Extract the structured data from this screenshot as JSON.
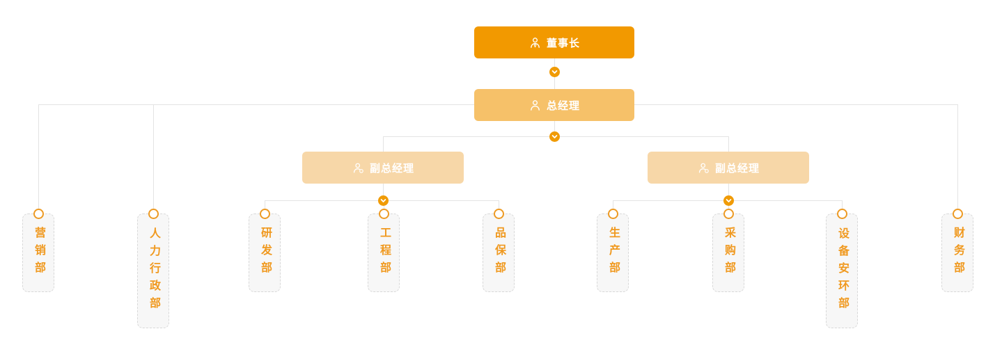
{
  "org_chart": {
    "title": "company-organization-chart",
    "nodes": {
      "chairman": {
        "label": "董事长",
        "icon": "businessman-tie-icon"
      },
      "general_manager": {
        "label": "总经理",
        "icon": "person-icon"
      },
      "deputy_general_managers": [
        {
          "label": "副总经理",
          "icon": "person-badge-icon"
        },
        {
          "label": "副总经理",
          "icon": "person-badge-icon"
        }
      ],
      "departments": [
        {
          "label": "营销部",
          "reports_to": "总经理"
        },
        {
          "label": "人力行政部",
          "reports_to": "总经理"
        },
        {
          "label": "研发部",
          "reports_to": "副总经理-1"
        },
        {
          "label": "工程部",
          "reports_to": "副总经理-1"
        },
        {
          "label": "品保部",
          "reports_to": "副总经理-1"
        },
        {
          "label": "生产部",
          "reports_to": "副总经理-2"
        },
        {
          "label": "采购部",
          "reports_to": "副总经理-2"
        },
        {
          "label": "设备安环部",
          "reports_to": "副总经理-2"
        },
        {
          "label": "财务部",
          "reports_to": "总经理"
        }
      ]
    },
    "colors": {
      "chairman_fill": "#F29900",
      "general_manager_fill": "#F6C169",
      "deputy_manager_fill": "#F7D7A8",
      "department_text": "#F0991F",
      "department_background": "#F7F7F7",
      "department_border": "#D8D8D8",
      "connector_line": "#E3E3E3",
      "junction_marker": "#F09B06",
      "node_ring": "#ED9A23"
    }
  }
}
